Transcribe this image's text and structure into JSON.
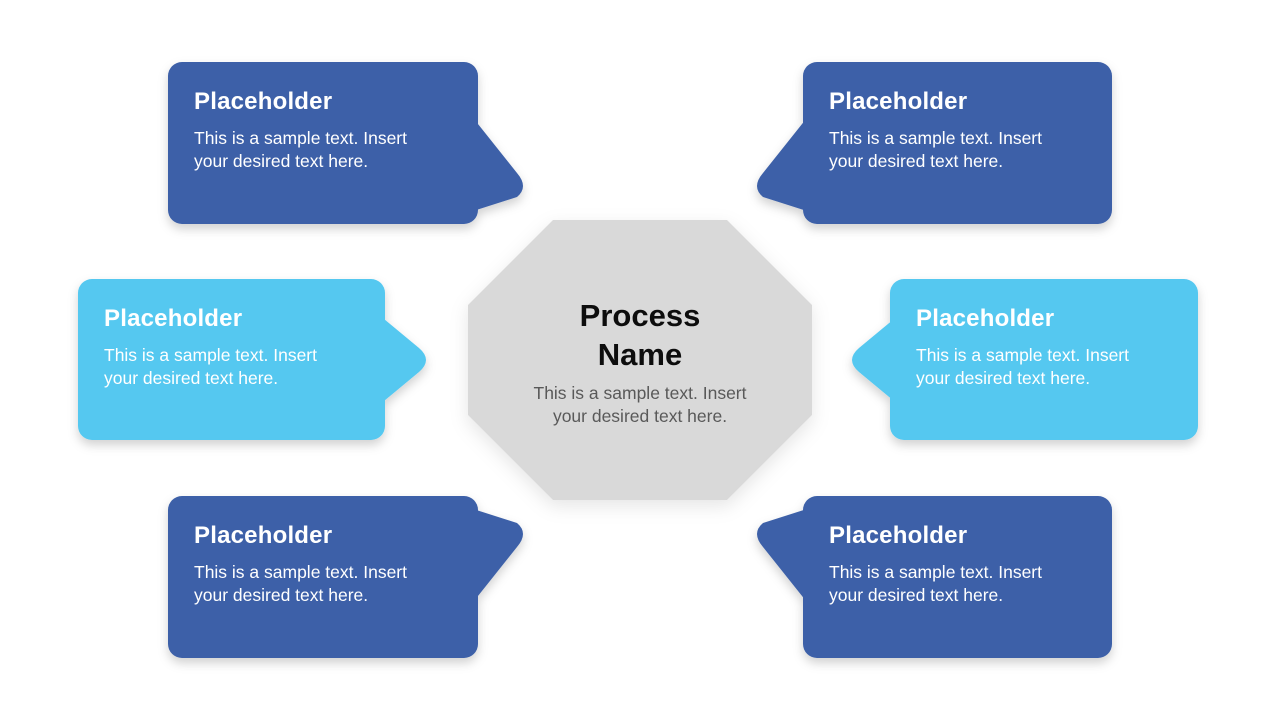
{
  "colors": {
    "dark_blue": "#3D61A8",
    "light_blue": "#55C8F0",
    "octagon_gray": "#D9D9D9",
    "center_title_color": "#0D0D0D",
    "center_body_color": "#595959",
    "callout_text_color": "#FFFFFF",
    "background": "#FFFFFF"
  },
  "center": {
    "title": "Process Name",
    "body": "This is a sample text. Insert your desired text here."
  },
  "callouts": [
    {
      "id": "top-left",
      "title": "Placeholder",
      "body": "This is a sample text. Insert your desired text here.",
      "fill": "#3D61A8"
    },
    {
      "id": "top-right",
      "title": "Placeholder",
      "body": "This is a sample text. Insert your desired text here.",
      "fill": "#3D61A8"
    },
    {
      "id": "middle-left",
      "title": "Placeholder",
      "body": "This is a sample text. Insert your desired text here.",
      "fill": "#55C8F0"
    },
    {
      "id": "middle-right",
      "title": "Placeholder",
      "body": "This is a sample text. Insert your desired text here.",
      "fill": "#55C8F0"
    },
    {
      "id": "bottom-left",
      "title": "Placeholder",
      "body": "This is a sample text. Insert your desired text here.",
      "fill": "#3D61A8"
    },
    {
      "id": "bottom-right",
      "title": "Placeholder",
      "body": "This is a sample text. Insert your desired text here.",
      "fill": "#3D61A8"
    }
  ]
}
